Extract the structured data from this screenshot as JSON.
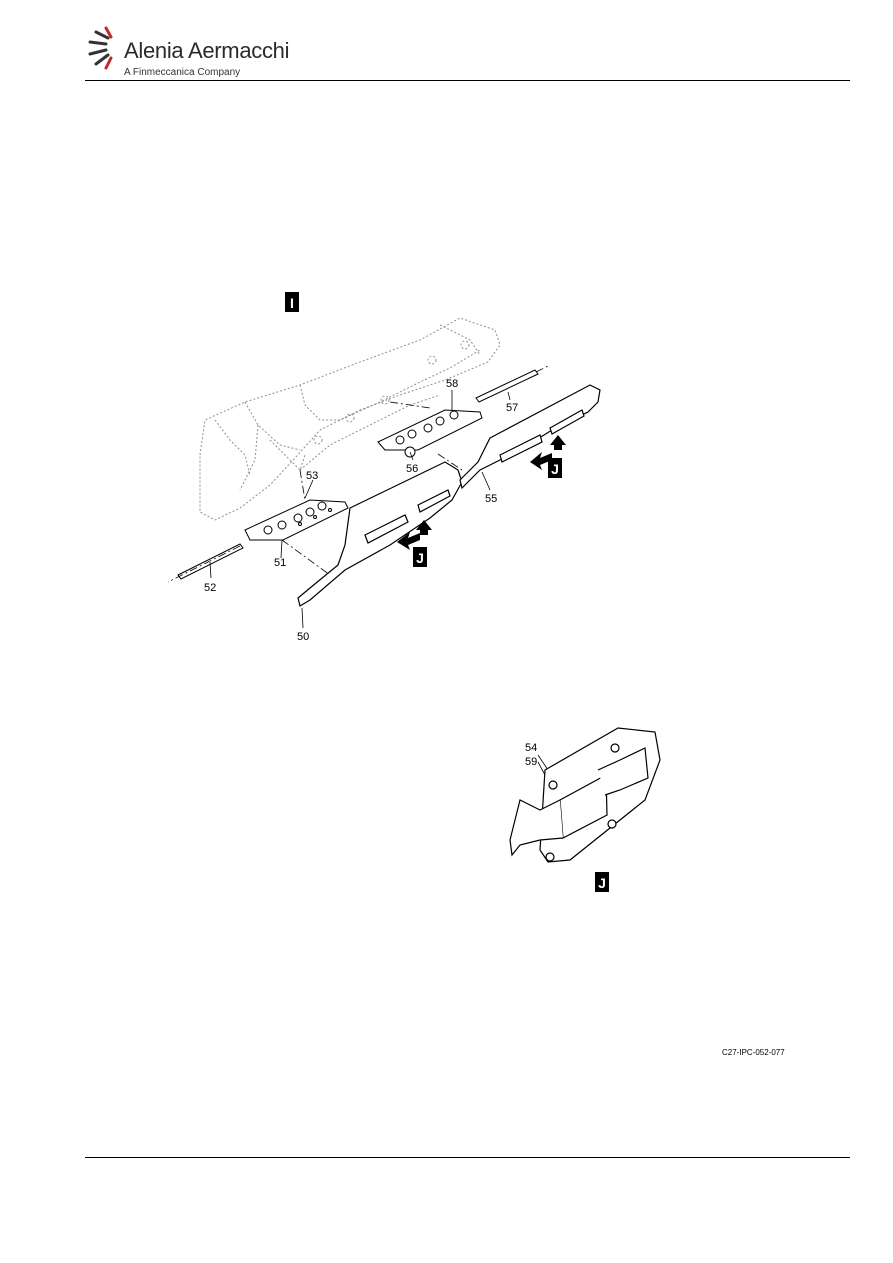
{
  "header": {
    "brand": "Alenia Aermacchi",
    "sub": "A Finmeccanica Company"
  },
  "figure": {
    "view_labels": {
      "main": "I",
      "detail_1": "J",
      "detail_2": "J",
      "detail_3": "J"
    },
    "callouts": {
      "c50": "50",
      "c51": "51",
      "c52": "52",
      "c53": "53",
      "c54": "54",
      "c55": "55",
      "c56": "56",
      "c57": "57",
      "c58": "58",
      "c59": "59"
    },
    "reference": "C27-IPC-052-077"
  },
  "colors": {
    "line": "#000000",
    "phantom": "#9a9a9a",
    "tag_bg": "#000000"
  }
}
